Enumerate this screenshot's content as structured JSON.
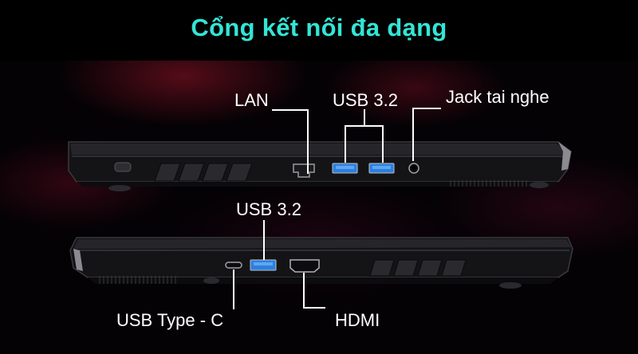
{
  "title": "Cổng kết nối đa dạng",
  "labels": {
    "lan": "LAN",
    "usb_top": "USB 3.2",
    "jack": "Jack tai nghe",
    "usb_bottom": "USB 3.2",
    "usb_type_c": "USB Type - C",
    "hdmi": "HDMI"
  },
  "colors": {
    "title": "#33e5d6",
    "usb_port": "#2c7fe0",
    "text": "#ffffff"
  }
}
